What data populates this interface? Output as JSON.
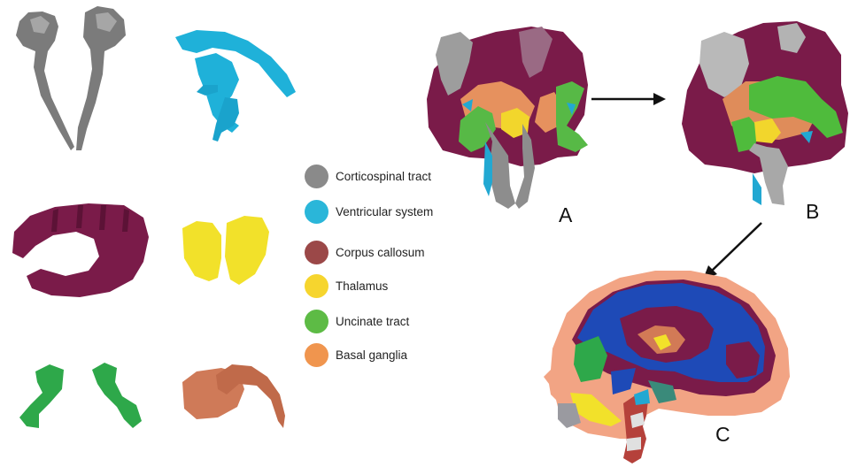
{
  "legend": [
    {
      "label": "Corticospinal tract",
      "color": "#8a8a8a"
    },
    {
      "label": "Ventricular system",
      "color": "#2ab6d9"
    },
    {
      "label": "Corpus callosum",
      "color": "#9b4848"
    },
    {
      "label": "Thalamus",
      "color": "#f6d52e"
    },
    {
      "label": "Uncinate tract",
      "color": "#5dbb45"
    },
    {
      "label": "Basal ganglia",
      "color": "#f0954e"
    }
  ],
  "panels": {
    "a": "A",
    "b": "B",
    "c": "C"
  },
  "colors": {
    "corticospinal": "#808080",
    "ventricular": "#22b7dd",
    "corpus_callosum": "#7a1b49",
    "thalamus": "#f2e12a",
    "uncinate": "#2ea84a",
    "basal_ganglia": "#d27a56",
    "skin": "#f2a484"
  }
}
